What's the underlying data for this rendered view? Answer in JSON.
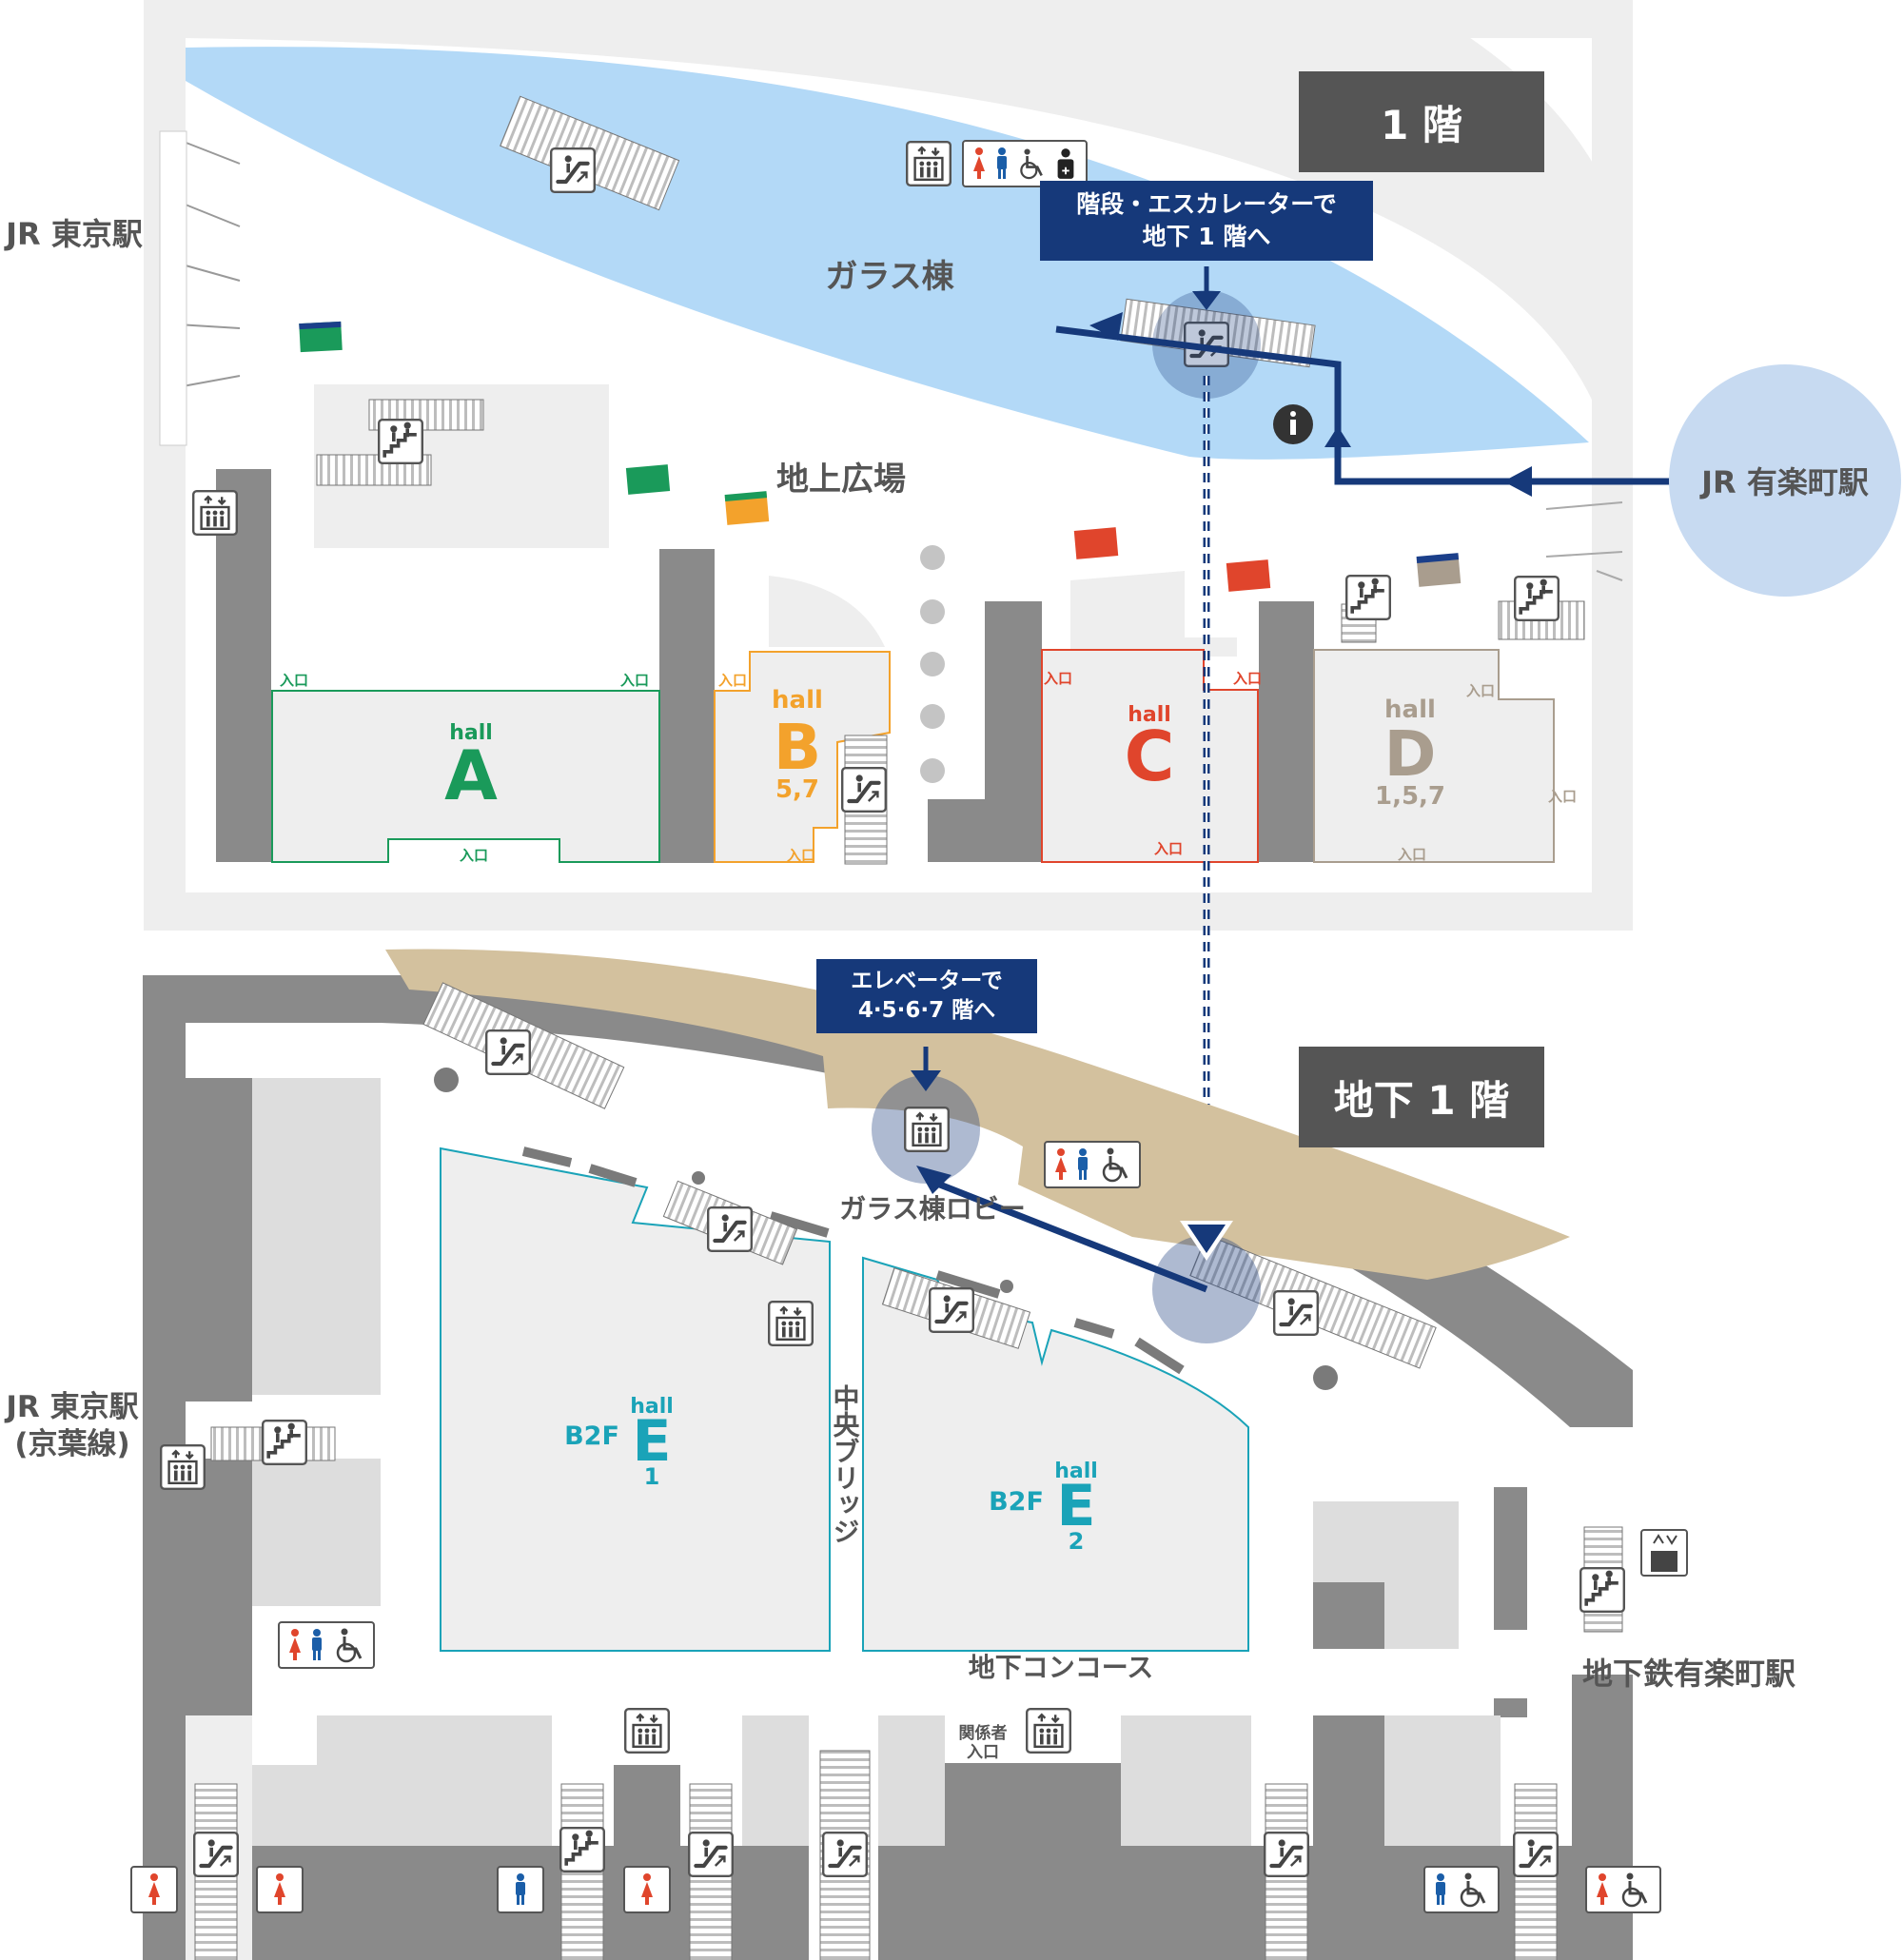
{
  "floor1": {
    "badge": "1 階",
    "glass_building": "ガラス棟",
    "ground_plaza": "地上広場",
    "jr_tokyo": "JR 東京駅",
    "jr_yurakucho": "JR 有楽町駅",
    "callout": {
      "line1": "階段・エスカレーターで",
      "line2": "地下 1 階へ"
    },
    "entrance": "入口",
    "halls": {
      "a": {
        "word": "hall",
        "letter": "A",
        "floors": ""
      },
      "b": {
        "word": "hall",
        "letter": "B",
        "floors": "5,7"
      },
      "c": {
        "word": "hall",
        "letter": "C",
        "floors": ""
      },
      "d": {
        "word": "hall",
        "letter": "D",
        "floors": "1,5,7"
      }
    }
  },
  "basement1": {
    "badge": "地下 1 階",
    "glass_lobby": "ガラス棟ロビー",
    "central_bridge": "中央ブリッジ",
    "underground_concourse": "地下コンコース",
    "staff_entrance_line1": "関係者",
    "staff_entrance_line2": "入口",
    "jr_tokyo_line1": "JR 東京駅",
    "jr_tokyo_line2": "(京葉線)",
    "subway_yurakucho": "地下鉄有楽町駅",
    "callout": {
      "line1": "エレベーターで",
      "line2": "4·5·6·7 階へ"
    },
    "halls": {
      "e1": {
        "floor": "B2F",
        "word": "hall",
        "letter": "E",
        "num": "1"
      },
      "e2": {
        "floor": "B2F",
        "word": "hall",
        "letter": "E",
        "num": "2"
      }
    }
  },
  "colors": {
    "route": "#16397a",
    "hall_a": "#1a9a5a",
    "hall_b": "#f3a22c",
    "hall_c": "#e0452c",
    "hall_d": "#a99d8e",
    "hall_e": "#1aa3b8",
    "glass_water": "#b3d9f7",
    "tan": "#d3c19e",
    "badge_bg": "#555555"
  }
}
